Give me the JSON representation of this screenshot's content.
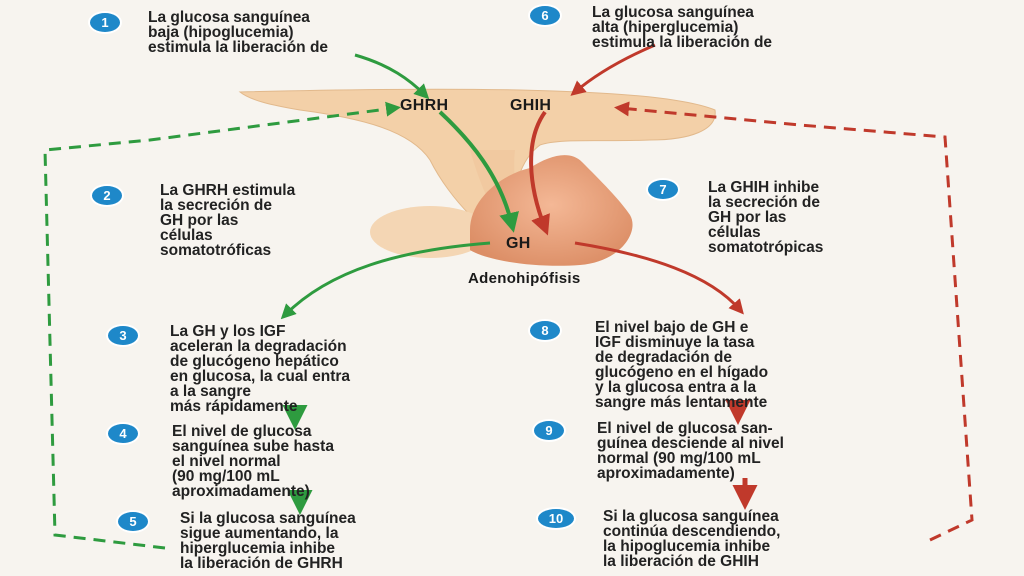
{
  "labels": {
    "ghrh": "GHRH",
    "ghih": "GHIH",
    "gh": "GH",
    "adenohypophysis": "Adenohipófisis"
  },
  "steps": [
    {
      "num": "1",
      "text": "La glucosa sanguínea\nbaja (hipoglucemia)\nestimula la liberación de"
    },
    {
      "num": "2",
      "text": "La GHRH estimula\nla secreción de\nGH por las\ncélulas\nsomatotróficas"
    },
    {
      "num": "3",
      "text": "La GH y los IGF\naceleran la degradación\nde glucógeno hepático\nen glucosa, la cual entra\na la sangre\nmás rápidamente"
    },
    {
      "num": "4",
      "text": "El nivel de glucosa\nsanguínea sube hasta\nel nivel normal\n(90 mg/100 mL\naproximadamente)"
    },
    {
      "num": "5",
      "text": "Si la glucosa sanguínea\nsigue aumentando, la\nhiperglucemia inhibe\nla liberación de GHRH"
    },
    {
      "num": "6",
      "text": "La glucosa sanguínea\nalta (hiperglucemia)\nestimula la liberación de"
    },
    {
      "num": "7",
      "text": "La GHIH inhibe\nla secreción de\nGH por las\ncélulas\nsomatotrópicas"
    },
    {
      "num": "8",
      "text": "El nivel bajo de GH e\nIGF disminuye la tasa\nde degradación de\nglucógeno en el hígado\ny la glucosa entra a la\nsangre más lentamente"
    },
    {
      "num": "9",
      "text": "El nivel de glucosa san-\nguínea desciende al nivel\nnormal (90 mg/100 mL\naproximadamente)"
    },
    {
      "num": "10",
      "text": "Si la glucosa sanguínea\ncontinúa descendiendo,\nla hipoglucemia inhibe\nla liberación de GHIH"
    }
  ],
  "colors": {
    "green": "#2e9b3f",
    "red": "#c0392b",
    "badge": "#1e88c9",
    "gland": "#f1c9a0",
    "pituitary": "#e8a07a"
  }
}
